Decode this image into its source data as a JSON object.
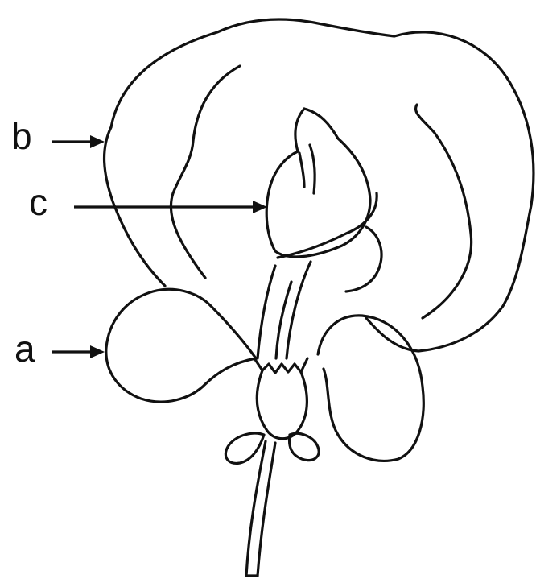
{
  "labels": {
    "a": "a",
    "b": "b",
    "c": "c"
  },
  "colors": {
    "line": "#111111",
    "background": "#ffffff"
  }
}
